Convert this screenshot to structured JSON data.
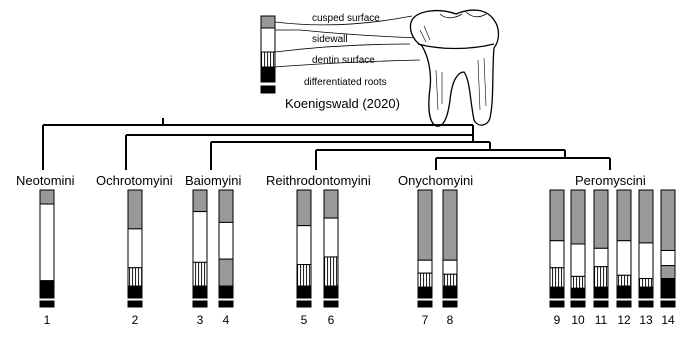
{
  "legend": {
    "cusped": "cusped surface",
    "sidewall": "sidewall",
    "dentin": "dentin surface",
    "roots": "differentiated roots"
  },
  "citation": "Koenigswald (2020)",
  "tribes": [
    "Neotomini",
    "Ochrotomyini",
    "Baiomyini",
    "Reithrodontomyini",
    "Onychomyini",
    "Peromyscini"
  ],
  "colors": {
    "cusped": "#999999",
    "sidewall": "#ffffff",
    "roots": "#000000"
  },
  "chart_data": {
    "type": "stacked-column",
    "components": [
      "cusped surface",
      "sidewall",
      "dentin surface",
      "differentiated roots"
    ],
    "taxa": [
      {
        "label": "1",
        "tribe": "Neotomini",
        "cusped": 0.13,
        "sidewall": 0.71,
        "dentin": 0.0,
        "dentin_type": "gray",
        "roots": 0.16
      },
      {
        "label": "2",
        "tribe": "Ochrotomyini",
        "cusped": 0.36,
        "sidewall": 0.36,
        "dentin": 0.17,
        "dentin_type": "hatch",
        "roots": 0.11
      },
      {
        "label": "3",
        "tribe": "Baiomyini",
        "cusped": 0.2,
        "sidewall": 0.47,
        "dentin": 0.22,
        "dentin_type": "hatch",
        "roots": 0.11
      },
      {
        "label": "4",
        "tribe": "Baiomyini",
        "cusped": 0.3,
        "sidewall": 0.34,
        "dentin": 0.25,
        "dentin_type": "gray",
        "roots": 0.11
      },
      {
        "label": "5",
        "tribe": "Reithrodontomyini",
        "cusped": 0.33,
        "sidewall": 0.36,
        "dentin": 0.2,
        "dentin_type": "hatch",
        "roots": 0.11
      },
      {
        "label": "6",
        "tribe": "Reithrodontomyini",
        "cusped": 0.26,
        "sidewall": 0.36,
        "dentin": 0.27,
        "dentin_type": "hatch",
        "roots": 0.11
      },
      {
        "label": "7",
        "tribe": "Onychomyini",
        "cusped": 0.65,
        "sidewall": 0.12,
        "dentin": 0.13,
        "dentin_type": "hatch",
        "roots": 0.1
      },
      {
        "label": "8",
        "tribe": "Onychomyini",
        "cusped": 0.65,
        "sidewall": 0.13,
        "dentin": 0.11,
        "dentin_type": "hatch",
        "roots": 0.11
      },
      {
        "label": "9",
        "tribe": "Peromyscini",
        "cusped": 0.47,
        "sidewall": 0.25,
        "dentin": 0.18,
        "dentin_type": "hatch",
        "roots": 0.1
      },
      {
        "label": "10",
        "tribe": "Peromyscini",
        "cusped": 0.5,
        "sidewall": 0.3,
        "dentin": 0.11,
        "dentin_type": "hatch",
        "roots": 0.09
      },
      {
        "label": "11",
        "tribe": "Peromyscini",
        "cusped": 0.54,
        "sidewall": 0.17,
        "dentin": 0.19,
        "dentin_type": "hatch",
        "roots": 0.1
      },
      {
        "label": "12",
        "tribe": "Peromyscini",
        "cusped": 0.47,
        "sidewall": 0.32,
        "dentin": 0.1,
        "dentin_type": "hatch",
        "roots": 0.11
      },
      {
        "label": "13",
        "tribe": "Peromyscini",
        "cusped": 0.49,
        "sidewall": 0.33,
        "dentin": 0.08,
        "dentin_type": "hatch",
        "roots": 0.1
      },
      {
        "label": "14",
        "tribe": "Peromyscini",
        "cusped": 0.56,
        "sidewall": 0.14,
        "dentin": 0.12,
        "dentin_type": "gray",
        "roots": 0.18
      }
    ]
  }
}
